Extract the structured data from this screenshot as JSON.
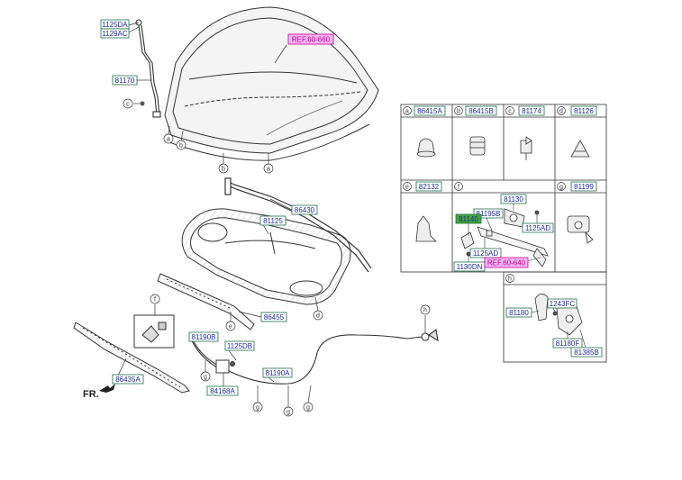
{
  "parts": {
    "p1125DA": "1125DA",
    "p1129AC": "1129AC",
    "p81170": "81170",
    "ref60660": "REF.60-660",
    "p86430": "86430",
    "p81125": "81125",
    "p86455": "86455",
    "p81190B": "81190B",
    "p1125DB": "1125DB",
    "p84168A": "84168A",
    "p81190A": "81190A",
    "p86435A": "86435A",
    "p86415A": "86415A",
    "p86415B": "86415B",
    "p81174": "81174",
    "p81126": "81126",
    "p82132": "82132",
    "p81199": "81199",
    "p81130": "81130",
    "p81195B": "81195B",
    "p81140": "81140",
    "p1125AD_1": "1125AD",
    "p1125AD_2": "1125AD",
    "p1130DN": "1130DN",
    "ref60640": "REF.60-640",
    "p1243FC": "1243FC",
    "p81180": "81180",
    "p81180F": "81180F",
    "p81385B": "81385B"
  },
  "callouts": {
    "a": "a",
    "b": "b",
    "c": "c",
    "d": "d",
    "e": "e",
    "f": "f",
    "g": "g",
    "h": "h"
  },
  "front": "FR.",
  "colors": {
    "box": "#1f6f4e",
    "text": "#1d2f9c",
    "ref_fill": "#f7b6f2",
    "ref_text": "#c8009a",
    "highlight_fill": "#45a63c"
  }
}
